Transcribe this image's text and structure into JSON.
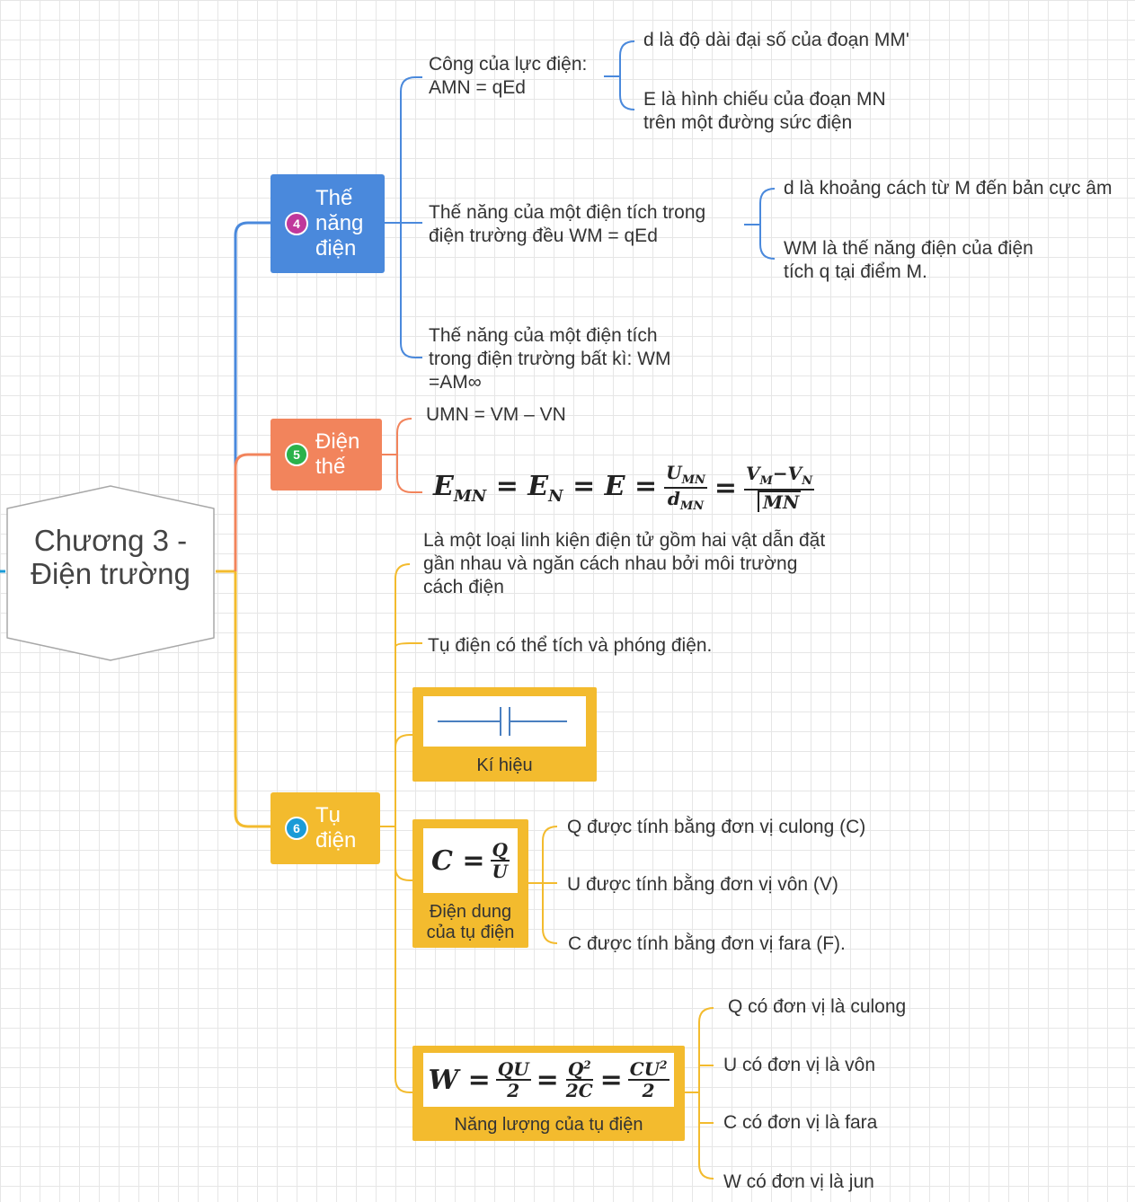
{
  "central": {
    "title": "Chương 3 - Điện trường"
  },
  "branches": {
    "the_nang": {
      "badge": "4",
      "label": "Thế năng điện",
      "color": "#4a89dc",
      "badge_color": "#c0389b",
      "items": [
        {
          "text": "Công của lực điện: AMN = qEd",
          "children": [
            "d là độ dài đại số của đoạn MM'",
            "E là hình chiếu của đoạn MN trên một đường sức điện"
          ]
        },
        {
          "text": "Thế năng của một điện tích trong điện trường đều WM = qEd",
          "children": [
            "d là khoảng cách từ M đến bản cực âm",
            "WM là thế năng điện của điện tích q tại điểm M."
          ]
        },
        {
          "text": "Thế năng của một điện tích trong điện trường bất kì: WM =AM∞",
          "children": []
        }
      ]
    },
    "dien_the": {
      "badge": "5",
      "label": "Điện thế",
      "color": "#f2845c",
      "badge_color": "#2ab24b",
      "items": [
        {
          "text": "UMN = VM – VN"
        },
        {
          "formula": "E_MN = E_N = E = U_MN / d_MN = (V_M − V_N) / MN"
        }
      ]
    },
    "tu_dien": {
      "badge": "6",
      "label": "Tụ điện",
      "color": "#f3bb2e",
      "badge_color": "#1a9bd7",
      "definition": "Là một loại linh kiện điện tử gồm hai vật dẫn đặt gần nhau và ngăn cách nhau bởi môi trường cách điện",
      "charge_note": "Tụ điện có thể tích và phóng điện.",
      "symbol_card": {
        "label": "Kí hiệu"
      },
      "capacitance_card": {
        "label": "Điện dung của tụ điện",
        "formula": "C = Q/U",
        "children": [
          "Q được tính bằng đơn vị culong (C)",
          "U được tính bằng đơn vị vôn (V)",
          "C được tính bằng đơn vị fara (F)."
        ]
      },
      "energy_card": {
        "label": "Năng lượng của tụ điện",
        "formula": "W = QU/2 = Q²/2C = CU²/2",
        "children": [
          "Q có đơn vị là culong",
          "U có đơn vị là vôn",
          "C có đơn vị là fara",
          "W có đơn vị là jun"
        ]
      }
    }
  }
}
